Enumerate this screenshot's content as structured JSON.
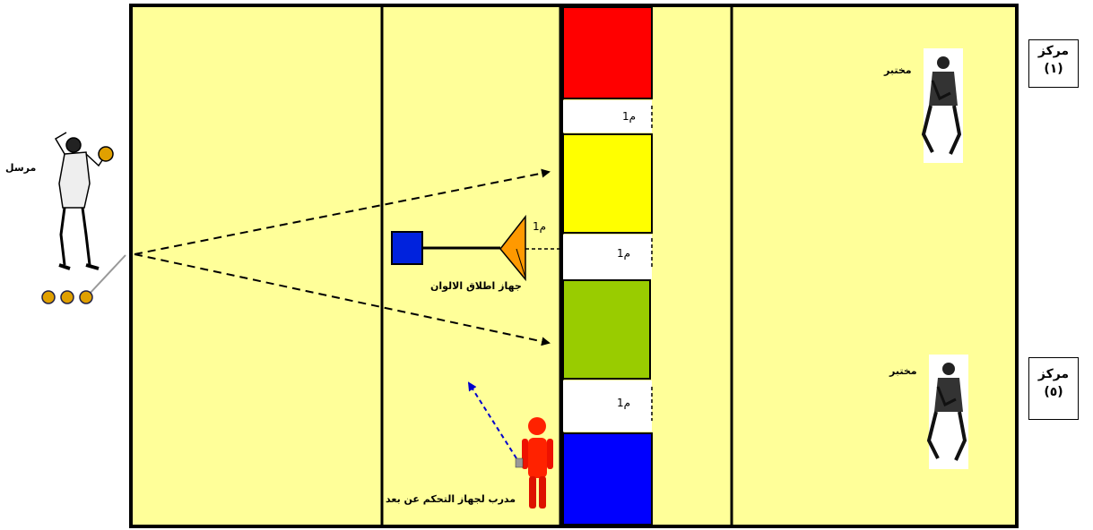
{
  "labels": {
    "sender": "مرسل",
    "tester": "مختبر",
    "color_device": "جهاز اطلاق الالوان",
    "coach_remote": "مدرب لجهاز التحكم عن بعد",
    "one_meter": "1م"
  },
  "positions": [
    {
      "line1": "مركز",
      "line2": "(١)"
    },
    {
      "line1": "مركز",
      "line2": "(٥)"
    }
  ],
  "colors": {
    "court": "#ffff99",
    "target_top": "#ff0000",
    "target_2": "#ffff00",
    "target_3": "#99cc00",
    "target_bottom": "#0000ff",
    "launcher": "#ff9900",
    "coach": "#ff2200",
    "remote_arrow": "#0000cc",
    "ball": "#e0a000"
  }
}
